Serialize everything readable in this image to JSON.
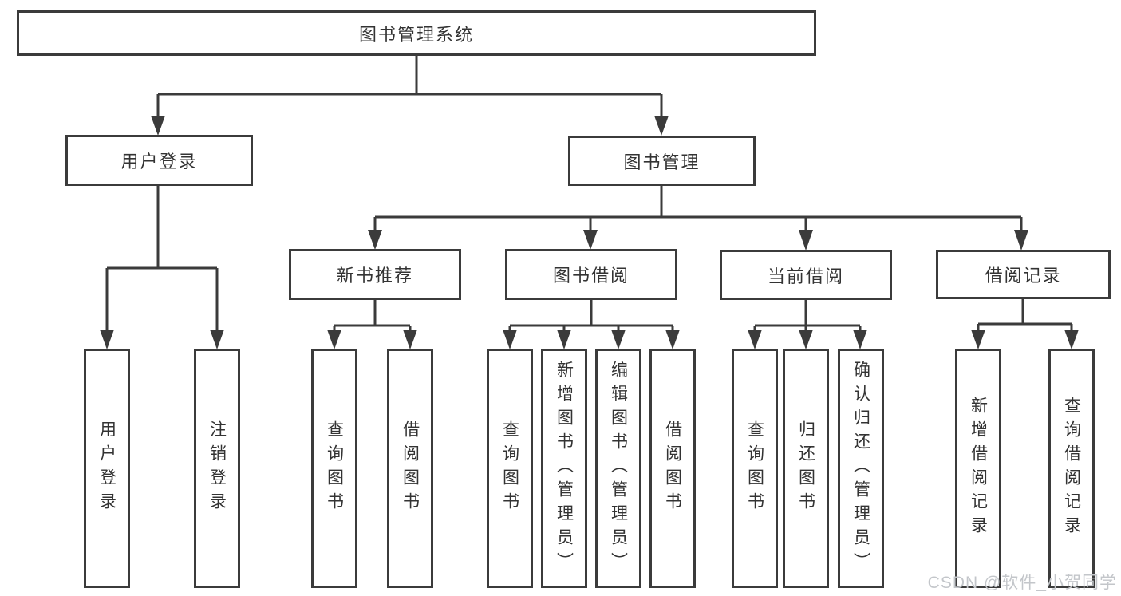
{
  "diagram": {
    "root": "图书管理系统",
    "level2": [
      "用户登录",
      "图书管理"
    ],
    "level3": [
      "新书推荐",
      "图书借阅",
      "当前借阅",
      "借阅记录"
    ],
    "leaves": [
      [
        "用户登录",
        "注销登录"
      ],
      [
        "查询图书",
        "借阅图书"
      ],
      [
        "查询图书",
        "新增图书（管理员）",
        "编辑图书（管理员）",
        "借阅图书"
      ],
      [
        "查询图书",
        "归还图书",
        "确认归还（管理员）"
      ],
      [
        "新增借阅记录",
        "查询借阅记录"
      ]
    ]
  },
  "watermark": "CSDN @软件_小贺同学",
  "colors": {
    "line": "#3b3b3b",
    "text": "#333333",
    "background": "#ffffff",
    "watermark": "#c3c6ca"
  }
}
